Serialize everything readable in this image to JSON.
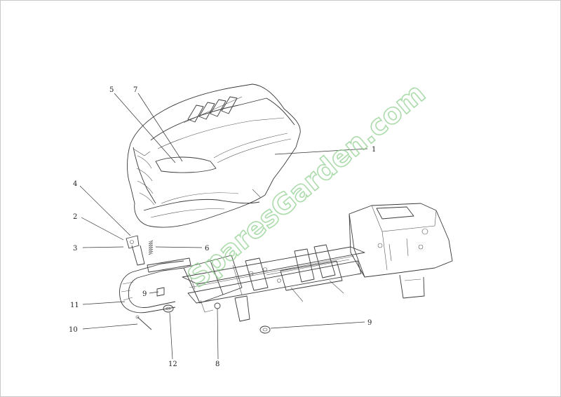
{
  "watermark": "SparesGarden.com",
  "callouts": [
    {
      "id": "1",
      "label": "1"
    },
    {
      "id": "2",
      "label": "2"
    },
    {
      "id": "3",
      "label": "3"
    },
    {
      "id": "4",
      "label": "4"
    },
    {
      "id": "5",
      "label": "5"
    },
    {
      "id": "6",
      "label": "6"
    },
    {
      "id": "7",
      "label": "7"
    },
    {
      "id": "8",
      "label": "8"
    },
    {
      "id": "9a",
      "label": "9"
    },
    {
      "id": "9b",
      "label": "9"
    },
    {
      "id": "10",
      "label": "10"
    },
    {
      "id": "11",
      "label": "11"
    },
    {
      "id": "12",
      "label": "12"
    }
  ],
  "colors": {
    "line": "#3a3a3a",
    "watermark": "#8fd08f",
    "frame": "#c8c8c8"
  }
}
